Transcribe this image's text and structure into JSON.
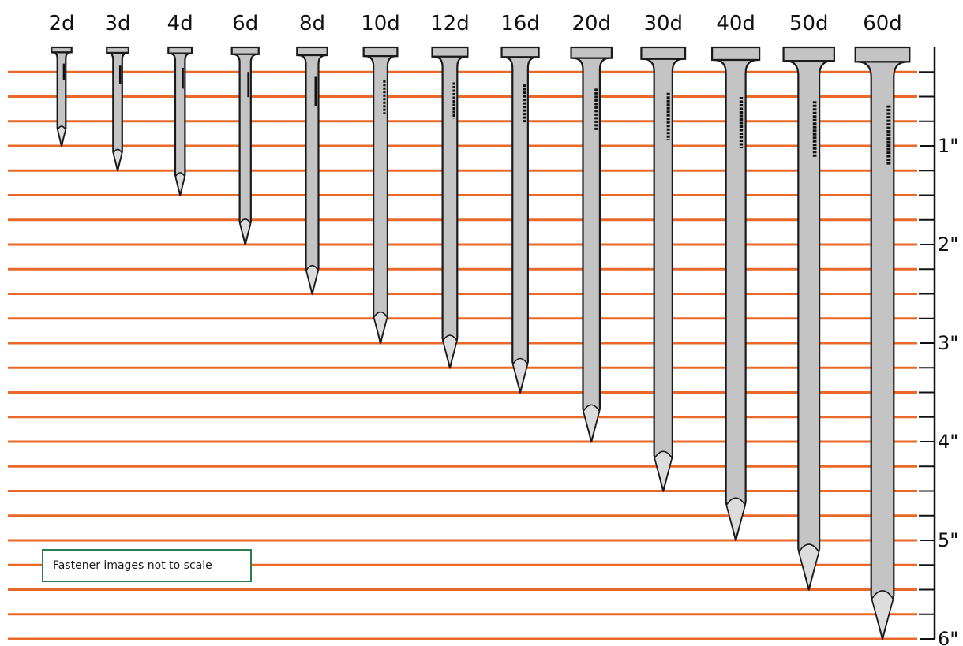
{
  "nails": [
    {
      "label": "2d",
      "length_in": 1.0
    },
    {
      "label": "3d",
      "length_in": 1.25
    },
    {
      "label": "4d",
      "length_in": 1.5
    },
    {
      "label": "6d",
      "length_in": 2.0
    },
    {
      "label": "8d",
      "length_in": 2.5
    },
    {
      "label": "10d",
      "length_in": 3.0
    },
    {
      "label": "12d",
      "length_in": 3.25
    },
    {
      "label": "16d",
      "length_in": 3.5
    },
    {
      "label": "20d",
      "length_in": 4.0
    },
    {
      "label": "30d",
      "length_in": 4.5
    },
    {
      "label": "40d",
      "length_in": 5.0
    },
    {
      "label": "50d",
      "length_in": 5.5
    },
    {
      "label": "60d",
      "length_in": 6.0
    }
  ],
  "ruler": {
    "labels": [
      "1\"",
      "2\"",
      "3\"",
      "4\"",
      "5\"",
      "6\""
    ],
    "tick_step_in": 0.25
  },
  "note": "Fastener images not to scale",
  "colors": {
    "guide_line": "#e8692a",
    "nail_fill": "#c4c4c4",
    "nail_outline": "#1a1a1a",
    "tip_fill": "#dcdcdc",
    "note_border": "#2e7d52"
  }
}
